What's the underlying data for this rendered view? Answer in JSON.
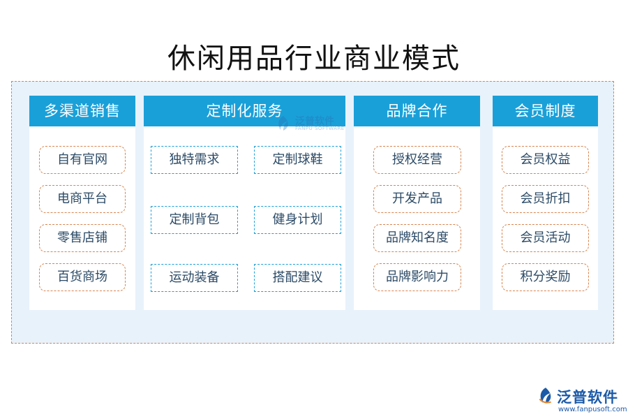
{
  "title": "休闲用品行业商业模式",
  "columns": [
    {
      "header": "多渠道销售",
      "items": [
        "自有官网",
        "电商平台",
        "零售店铺",
        "百货商场"
      ]
    },
    {
      "header": "定制化服务",
      "items": [
        "独特需求",
        "定制球鞋",
        "定制背包",
        "健身计划",
        "运动装备",
        "搭配建议"
      ]
    },
    {
      "header": "品牌合作",
      "items": [
        "授权经营",
        "开发产品",
        "品牌知名度",
        "品牌影响力"
      ]
    },
    {
      "header": "会员制度",
      "items": [
        "会员权益",
        "会员折扣",
        "会员活动",
        "积分奖励"
      ]
    }
  ],
  "watermark": {
    "name": "泛普软件",
    "sub": "FANPU SOFTWARE"
  },
  "logo": {
    "name": "泛普软件",
    "url": "www.fanpusoft.com"
  },
  "colors": {
    "header": "#1aa0d9",
    "frame_border": "#d9834e",
    "frame_bg": "#e8f2fb",
    "logo": "#1b5aa8"
  }
}
